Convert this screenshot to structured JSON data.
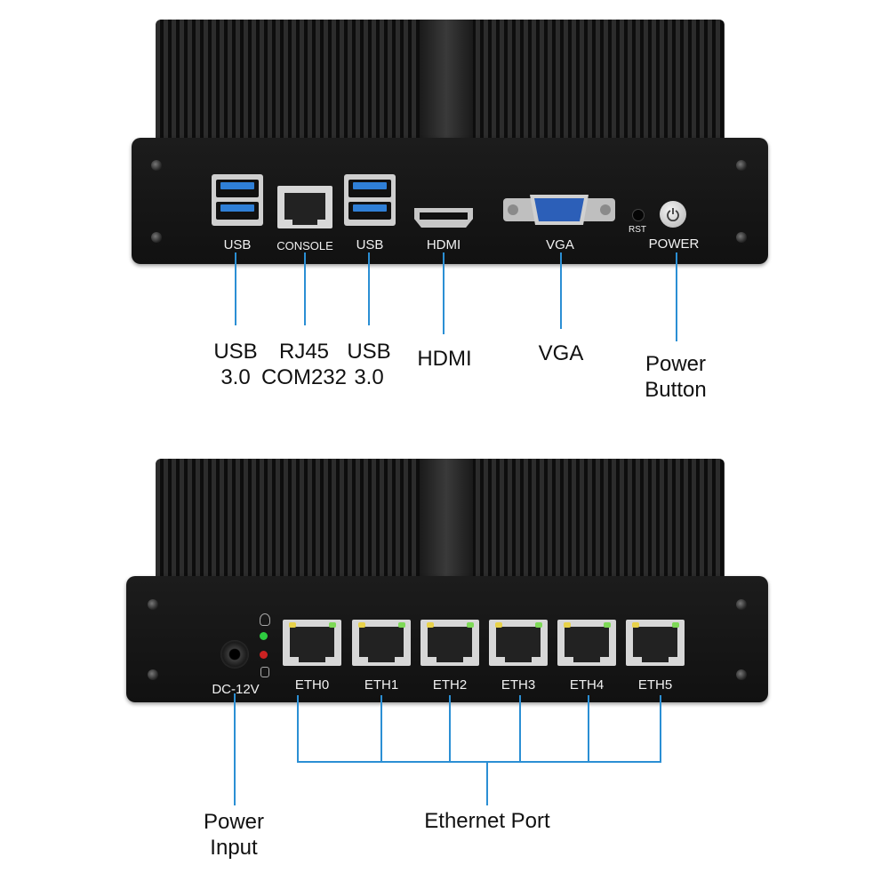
{
  "top_unit": {
    "port_labels": {
      "usb_left": "USB",
      "console": "CONSOLE",
      "usb_right": "USB",
      "hdmi": "HDMI",
      "vga": "VGA",
      "rst": "RST",
      "power": "POWER"
    },
    "callouts": {
      "usb_left": [
        "USB",
        "3.0"
      ],
      "rj45": [
        "RJ45",
        "COM232"
      ],
      "usb_right": [
        "USB",
        "3.0"
      ],
      "hdmi": "HDMI",
      "vga": "VGA",
      "power_button": [
        "Power",
        "Button"
      ]
    }
  },
  "bottom_unit": {
    "dc_label": "DC-12V",
    "eth_labels": [
      "ETH0",
      "ETH1",
      "ETH2",
      "ETH3",
      "ETH4",
      "ETH5"
    ],
    "callouts": {
      "power_input": [
        "Power",
        "Input"
      ],
      "ethernet_port": "Ethernet Port"
    }
  },
  "colors": {
    "callout_line": "#2b8fd4",
    "usb_blue": "#2f7fd6",
    "led_green": "#2ecc40",
    "led_red": "#cc2222"
  }
}
